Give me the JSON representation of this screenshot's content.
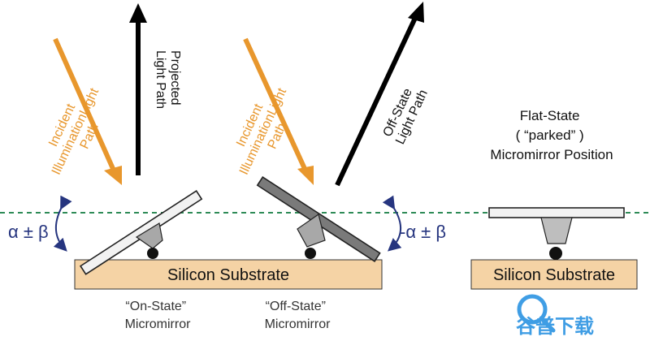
{
  "colors": {
    "incident": "#E8972D",
    "reflected": "#000000",
    "substrate_fill": "#F5D3A5",
    "substrate_stroke": "#333333",
    "mirror_light": "#F2F2F2",
    "mirror_dark": "#7A7A7A",
    "dashed_line": "#2E8B57",
    "angle_blue": "#26357F",
    "label_gray": "#333333",
    "watermark": "#1E8DE0"
  },
  "arrows": {
    "incident_on_label": [
      "Incident",
      "IlluminationLight",
      "Path"
    ],
    "projected_label": [
      "Projected",
      "Light Path"
    ],
    "incident_off_label": [
      "Incident",
      "IlluminationLight",
      "Path"
    ],
    "off_state_label": [
      "Off-State",
      "Light Path"
    ]
  },
  "angles": {
    "on_state": "α ± β",
    "off_state": "-α ± β"
  },
  "flat_state": {
    "title_lines": [
      "Flat-State",
      "( “parked” )",
      "Micromirror Position"
    ]
  },
  "substrate": {
    "left_label": "Silicon Substrate",
    "right_label": "Silicon Substrate"
  },
  "captions": {
    "on_state": [
      "“On-State”",
      "Micromirror"
    ],
    "off_state": [
      "“Off-State”",
      "Micromirror"
    ]
  },
  "watermark": {
    "text": "谷普下载",
    "icon": "magnifier-icon"
  }
}
